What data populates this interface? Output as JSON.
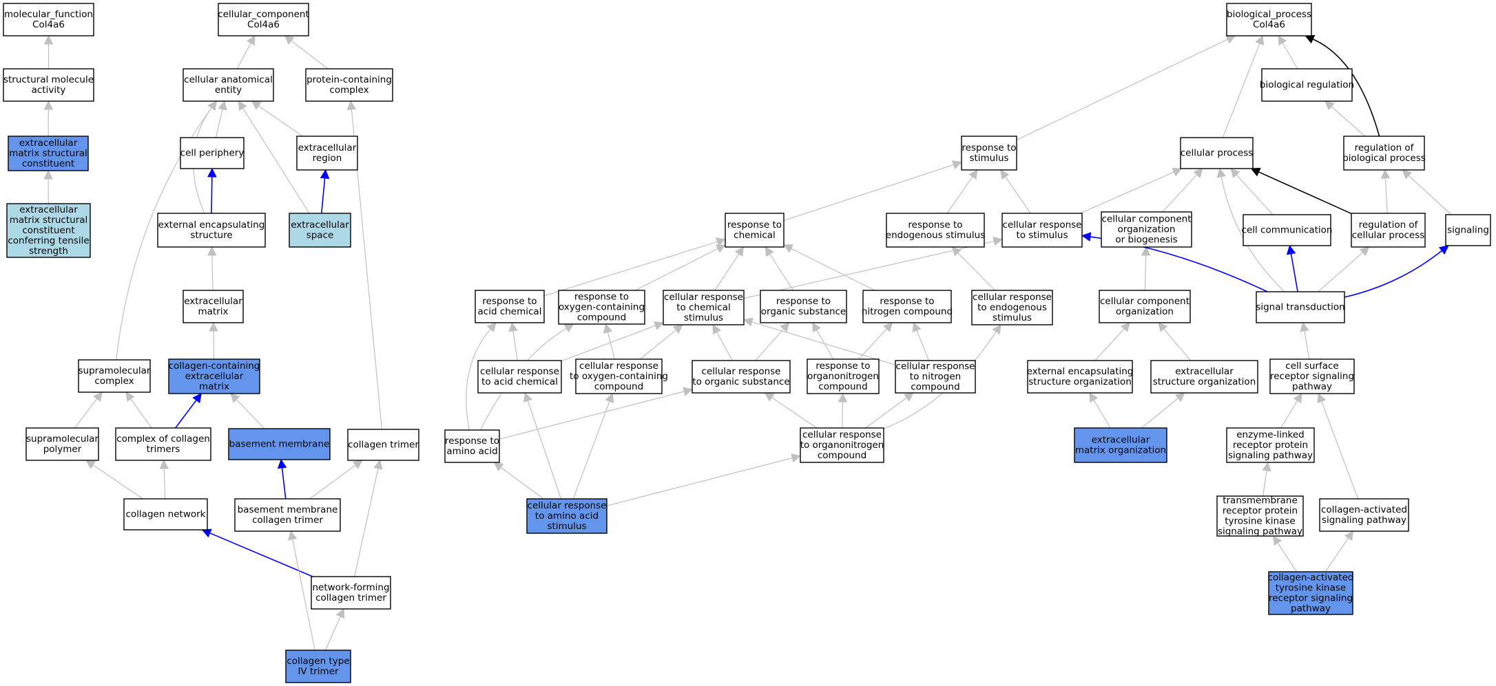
{
  "colors": {
    "white": "#ffffff",
    "blue": "#6495ed",
    "lightblue": "#add8e6",
    "edge_gray": "#c0c0c0",
    "edge_blue": "#0000ff",
    "edge_black": "#000000"
  },
  "nodes": {
    "mf": {
      "lines": [
        "molecular_function",
        "Col4a6"
      ],
      "fill": "white"
    },
    "sma": {
      "lines": [
        "structural molecule",
        "activity"
      ],
      "fill": "white"
    },
    "emsc": {
      "lines": [
        "extracellular",
        "matrix structural",
        "constituent"
      ],
      "fill": "blue"
    },
    "emscts": {
      "lines": [
        "extracellular",
        "matrix structural",
        "constituent",
        "conferring tensile",
        "strength"
      ],
      "fill": "lightblue"
    },
    "cc": {
      "lines": [
        "cellular_component",
        "Col4a6"
      ],
      "fill": "white"
    },
    "cae": {
      "lines": [
        "cellular anatomical",
        "entity"
      ],
      "fill": "white"
    },
    "pcc": {
      "lines": [
        "protein-containing",
        "complex"
      ],
      "fill": "white"
    },
    "cp": {
      "lines": [
        "cell periphery"
      ],
      "fill": "white"
    },
    "er": {
      "lines": [
        "extracellular",
        "region"
      ],
      "fill": "white"
    },
    "ees": {
      "lines": [
        "external encapsulating",
        "structure"
      ],
      "fill": "white"
    },
    "es": {
      "lines": [
        "extracellular",
        "space"
      ],
      "fill": "lightblue"
    },
    "em": {
      "lines": [
        "extracellular",
        "matrix"
      ],
      "fill": "white"
    },
    "smc": {
      "lines": [
        "supramolecular",
        "complex"
      ],
      "fill": "white"
    },
    "ccem": {
      "lines": [
        "collagen-containing",
        "extracellular",
        "matrix"
      ],
      "fill": "blue"
    },
    "smp": {
      "lines": [
        "supramolecular",
        "polymer"
      ],
      "fill": "white"
    },
    "cct": {
      "lines": [
        "complex of collagen",
        "trimers"
      ],
      "fill": "white"
    },
    "bm": {
      "lines": [
        "basement membrane"
      ],
      "fill": "blue"
    },
    "ct": {
      "lines": [
        "collagen trimer"
      ],
      "fill": "white"
    },
    "cn": {
      "lines": [
        "collagen network"
      ],
      "fill": "white"
    },
    "bmct": {
      "lines": [
        "basement membrane",
        "collagen trimer"
      ],
      "fill": "white"
    },
    "nfct": {
      "lines": [
        "network-forming",
        "collagen trimer"
      ],
      "fill": "white"
    },
    "ct4": {
      "lines": [
        "collagen type",
        "IV trimer"
      ],
      "fill": "blue"
    },
    "bp": {
      "lines": [
        "biological_process",
        "Col4a6"
      ],
      "fill": "white"
    },
    "breg": {
      "lines": [
        "biological regulation"
      ],
      "fill": "white"
    },
    "rts": {
      "lines": [
        "response to",
        "stimulus"
      ],
      "fill": "white"
    },
    "cpr": {
      "lines": [
        "cellular process"
      ],
      "fill": "white"
    },
    "rbp": {
      "lines": [
        "regulation of",
        "biological process"
      ],
      "fill": "white"
    },
    "rtc": {
      "lines": [
        "response to",
        "chemical"
      ],
      "fill": "white"
    },
    "rtes": {
      "lines": [
        "response to",
        "endogenous stimulus"
      ],
      "fill": "white"
    },
    "crts": {
      "lines": [
        "cellular response",
        "to stimulus"
      ],
      "fill": "white"
    },
    "ccob": {
      "lines": [
        "cellular component",
        "organization",
        "or biogenesis"
      ],
      "fill": "white"
    },
    "ccom": {
      "lines": [
        "cell communication"
      ],
      "fill": "white"
    },
    "rcp": {
      "lines": [
        "regulation of",
        "cellular process"
      ],
      "fill": "white"
    },
    "sig": {
      "lines": [
        "signaling"
      ],
      "fill": "white"
    },
    "rtac": {
      "lines": [
        "response to",
        "acid chemical"
      ],
      "fill": "white"
    },
    "rtocc": {
      "lines": [
        "response to",
        "oxygen-containing",
        "compound"
      ],
      "fill": "white"
    },
    "crtcs": {
      "lines": [
        "cellular response",
        "to chemical",
        "stimulus"
      ],
      "fill": "white"
    },
    "rtos": {
      "lines": [
        "response to",
        "organic substance"
      ],
      "fill": "white"
    },
    "rtnc": {
      "lines": [
        "response to",
        "nitrogen compound"
      ],
      "fill": "white"
    },
    "crtes": {
      "lines": [
        "cellular response",
        "to endogenous",
        "stimulus"
      ],
      "fill": "white"
    },
    "cco": {
      "lines": [
        "cellular component",
        "organization"
      ],
      "fill": "white"
    },
    "st": {
      "lines": [
        "signal transduction"
      ],
      "fill": "white"
    },
    "crtac": {
      "lines": [
        "cellular response",
        "to acid chemical"
      ],
      "fill": "white"
    },
    "crtocc": {
      "lines": [
        "cellular response",
        "to oxygen-containing",
        "compound"
      ],
      "fill": "white"
    },
    "crtos": {
      "lines": [
        "cellular response",
        "to organic substance"
      ],
      "fill": "white"
    },
    "rton": {
      "lines": [
        "response to",
        "organonitrogen",
        "compound"
      ],
      "fill": "white"
    },
    "crtnc": {
      "lines": [
        "cellular response",
        "to nitrogen",
        "compound"
      ],
      "fill": "white"
    },
    "eeso": {
      "lines": [
        "external encapsulating",
        "structure organization"
      ],
      "fill": "white"
    },
    "eso": {
      "lines": [
        "extracellular",
        "structure organization"
      ],
      "fill": "white"
    },
    "csrsp": {
      "lines": [
        "cell surface",
        "receptor signaling",
        "pathway"
      ],
      "fill": "white"
    },
    "rtaa": {
      "lines": [
        "response to",
        "amino acid"
      ],
      "fill": "white"
    },
    "crton": {
      "lines": [
        "cellular response",
        "to organonitrogen",
        "compound"
      ],
      "fill": "white"
    },
    "emo": {
      "lines": [
        "extracellular",
        "matrix organization"
      ],
      "fill": "blue"
    },
    "elrpsp": {
      "lines": [
        "enzyme-linked",
        "receptor protein",
        "signaling pathway"
      ],
      "fill": "white"
    },
    "crtaas": {
      "lines": [
        "cellular response",
        "to amino acid",
        "stimulus"
      ],
      "fill": "blue"
    },
    "trptk": {
      "lines": [
        "transmembrane",
        "receptor protein",
        "tyrosine kinase",
        "signaling pathway"
      ],
      "fill": "white"
    },
    "casp": {
      "lines": [
        "collagen-activated",
        "signaling pathway"
      ],
      "fill": "white"
    },
    "catk": {
      "lines": [
        "collagen-activated",
        "tyrosine kinase",
        "receptor signaling",
        "pathway"
      ],
      "fill": "blue"
    }
  },
  "edges": [
    {
      "from": "sma",
      "to": "mf",
      "color": "edge_gray"
    },
    {
      "from": "emsc",
      "to": "sma",
      "color": "edge_gray"
    },
    {
      "from": "emscts",
      "to": "emsc",
      "color": "edge_gray"
    },
    {
      "from": "cae",
      "to": "cc",
      "color": "edge_gray"
    },
    {
      "from": "pcc",
      "to": "cc",
      "color": "edge_gray"
    },
    {
      "from": "cp",
      "to": "cae",
      "color": "edge_gray"
    },
    {
      "from": "er",
      "to": "cae",
      "color": "edge_gray"
    },
    {
      "from": "ees",
      "to": "cae",
      "color": "edge_gray",
      "bend": -60
    },
    {
      "from": "es",
      "to": "cae",
      "color": "edge_gray"
    },
    {
      "from": "smc",
      "to": "cae",
      "color": "edge_gray",
      "bend": -60
    },
    {
      "from": "ees",
      "to": "cp",
      "color": "edge_blue",
      "ortho": true
    },
    {
      "from": "es",
      "to": "er",
      "color": "edge_blue"
    },
    {
      "from": "em",
      "to": "ees",
      "color": "edge_gray"
    },
    {
      "from": "ccem",
      "to": "em",
      "color": "edge_gray"
    },
    {
      "from": "smp",
      "to": "smc",
      "color": "edge_gray"
    },
    {
      "from": "cct",
      "to": "smc",
      "color": "edge_gray"
    },
    {
      "from": "cct",
      "to": "ccem",
      "color": "edge_blue"
    },
    {
      "from": "bm",
      "to": "ccem",
      "color": "edge_gray"
    },
    {
      "from": "ct",
      "to": "pcc",
      "color": "edge_gray"
    },
    {
      "from": "cn",
      "to": "smp",
      "color": "edge_gray"
    },
    {
      "from": "cn",
      "to": "cct",
      "color": "edge_gray"
    },
    {
      "from": "bmct",
      "to": "bm",
      "color": "edge_blue"
    },
    {
      "from": "bmct",
      "to": "ct",
      "color": "edge_gray"
    },
    {
      "from": "nfct",
      "to": "cn",
      "color": "edge_blue"
    },
    {
      "from": "nfct",
      "to": "ct",
      "color": "edge_gray"
    },
    {
      "from": "ct4",
      "to": "bmct",
      "color": "edge_gray"
    },
    {
      "from": "ct4",
      "to": "nfct",
      "color": "edge_gray"
    },
    {
      "from": "breg",
      "to": "bp",
      "color": "edge_gray"
    },
    {
      "from": "rts",
      "to": "bp",
      "color": "edge_gray"
    },
    {
      "from": "cpr",
      "to": "bp",
      "color": "edge_gray"
    },
    {
      "from": "rbp",
      "to": "bp",
      "color": "edge_black",
      "bend": 60
    },
    {
      "from": "rbp",
      "to": "breg",
      "color": "edge_gray"
    },
    {
      "from": "rtc",
      "to": "rts",
      "color": "edge_gray"
    },
    {
      "from": "rtes",
      "to": "rts",
      "color": "edge_gray"
    },
    {
      "from": "crts",
      "to": "rts",
      "color": "edge_gray"
    },
    {
      "from": "crts",
      "to": "cpr",
      "color": "edge_gray"
    },
    {
      "from": "ccob",
      "to": "cpr",
      "color": "edge_gray"
    },
    {
      "from": "ccom",
      "to": "cpr",
      "color": "edge_gray"
    },
    {
      "from": "rcp",
      "to": "cpr",
      "color": "edge_black"
    },
    {
      "from": "rcp",
      "to": "rbp",
      "color": "edge_gray"
    },
    {
      "from": "sig",
      "to": "rbp",
      "color": "edge_gray"
    },
    {
      "from": "rtac",
      "to": "rtc",
      "color": "edge_gray"
    },
    {
      "from": "rtocc",
      "to": "rtc",
      "color": "edge_gray"
    },
    {
      "from": "crtcs",
      "to": "rtc",
      "color": "edge_gray"
    },
    {
      "from": "rtos",
      "to": "rtc",
      "color": "edge_gray"
    },
    {
      "from": "rtnc",
      "to": "rtc",
      "color": "edge_gray"
    },
    {
      "from": "crtcs",
      "to": "crts",
      "color": "edge_gray"
    },
    {
      "from": "crtes",
      "to": "rtes",
      "color": "edge_gray"
    },
    {
      "from": "cco",
      "to": "ccob",
      "color": "edge_gray"
    },
    {
      "from": "st",
      "to": "crts",
      "color": "edge_blue",
      "bend": 30
    },
    {
      "from": "st",
      "to": "ccom",
      "color": "edge_blue"
    },
    {
      "from": "st",
      "to": "rcp",
      "color": "edge_gray"
    },
    {
      "from": "st",
      "to": "sig",
      "color": "edge_blue",
      "bend": 30
    },
    {
      "from": "st",
      "to": "cpr",
      "color": "edge_gray",
      "bend": -40
    },
    {
      "from": "crtac",
      "to": "rtac",
      "color": "edge_gray"
    },
    {
      "from": "crtac",
      "to": "crtcs",
      "color": "edge_gray"
    },
    {
      "from": "crtocc",
      "to": "rtocc",
      "color": "edge_gray"
    },
    {
      "from": "crtocc",
      "to": "crtcs",
      "color": "edge_gray"
    },
    {
      "from": "crtos",
      "to": "rtos",
      "color": "edge_gray"
    },
    {
      "from": "crtos",
      "to": "crtcs",
      "color": "edge_gray"
    },
    {
      "from": "rton",
      "to": "rtos",
      "color": "edge_gray"
    },
    {
      "from": "rton",
      "to": "rtnc",
      "color": "edge_gray"
    },
    {
      "from": "crtnc",
      "to": "rtnc",
      "color": "edge_gray"
    },
    {
      "from": "crtnc",
      "to": "crtcs",
      "color": "edge_gray"
    },
    {
      "from": "eeso",
      "to": "cco",
      "color": "edge_gray"
    },
    {
      "from": "eso",
      "to": "cco",
      "color": "edge_gray"
    },
    {
      "from": "csrsp",
      "to": "st",
      "color": "edge_gray"
    },
    {
      "from": "rtaa",
      "to": "rtocc",
      "color": "edge_gray",
      "bend": -40
    },
    {
      "from": "rtaa",
      "to": "rtac",
      "color": "edge_gray",
      "bend": -50
    },
    {
      "from": "rtaa",
      "to": "crtos",
      "color": "edge_gray"
    },
    {
      "from": "crton",
      "to": "rton",
      "color": "edge_gray"
    },
    {
      "from": "crton",
      "to": "crtos",
      "color": "edge_gray"
    },
    {
      "from": "crton",
      "to": "crtnc",
      "color": "edge_gray"
    },
    {
      "from": "crton",
      "to": "crtes",
      "color": "edge_gray",
      "bend": 50
    },
    {
      "from": "emo",
      "to": "eeso",
      "color": "edge_gray"
    },
    {
      "from": "emo",
      "to": "eso",
      "color": "edge_gray"
    },
    {
      "from": "elrpsp",
      "to": "csrsp",
      "color": "edge_gray"
    },
    {
      "from": "crtaas",
      "to": "rtaa",
      "color": "edge_gray"
    },
    {
      "from": "crtaas",
      "to": "crtac",
      "color": "edge_gray"
    },
    {
      "from": "crtaas",
      "to": "crtocc",
      "color": "edge_gray"
    },
    {
      "from": "crtaas",
      "to": "crton",
      "color": "edge_gray"
    },
    {
      "from": "trptk",
      "to": "elrpsp",
      "color": "edge_gray"
    },
    {
      "from": "casp",
      "to": "csrsp",
      "color": "edge_gray"
    },
    {
      "from": "catk",
      "to": "trptk",
      "color": "edge_gray"
    },
    {
      "from": "catk",
      "to": "casp",
      "color": "edge_gray"
    }
  ]
}
